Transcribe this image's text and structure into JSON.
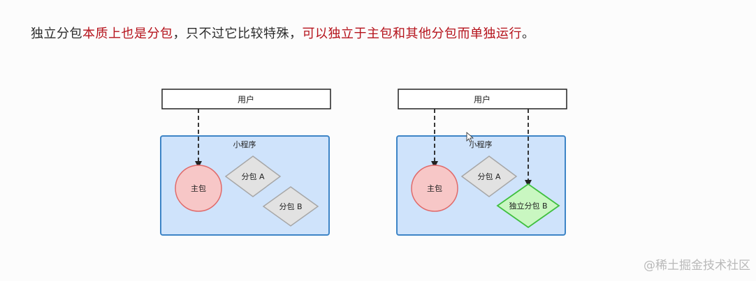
{
  "headline": {
    "part1": "独立分包",
    "part2": "本质上也是分包",
    "part3": "，只不过它比较特殊，",
    "part4": "可以独立于主包和其他分包而单独运行",
    "part5": "。"
  },
  "left": {
    "user": "用户",
    "app": "小程序",
    "main": "主包",
    "sub_a": "分包 A",
    "sub_b": "分包 B"
  },
  "right": {
    "user": "用户",
    "app": "小程序",
    "main": "主包",
    "sub_a": "分包 A",
    "sub_b": "独立分包 B"
  },
  "watermark": "@稀土掘金技术社区",
  "colors": {
    "highlight": "#b5121b",
    "container_fill": "#cfe3fb",
    "container_stroke": "#3d84c6",
    "main_fill": "#f7c7c7",
    "main_stroke": "#e06a6a",
    "diamond_fill": "#e2e2e2",
    "diamond_stroke": "#a6a6a6",
    "independent_fill": "#c9f7c1",
    "independent_stroke": "#3fbf3f"
  }
}
